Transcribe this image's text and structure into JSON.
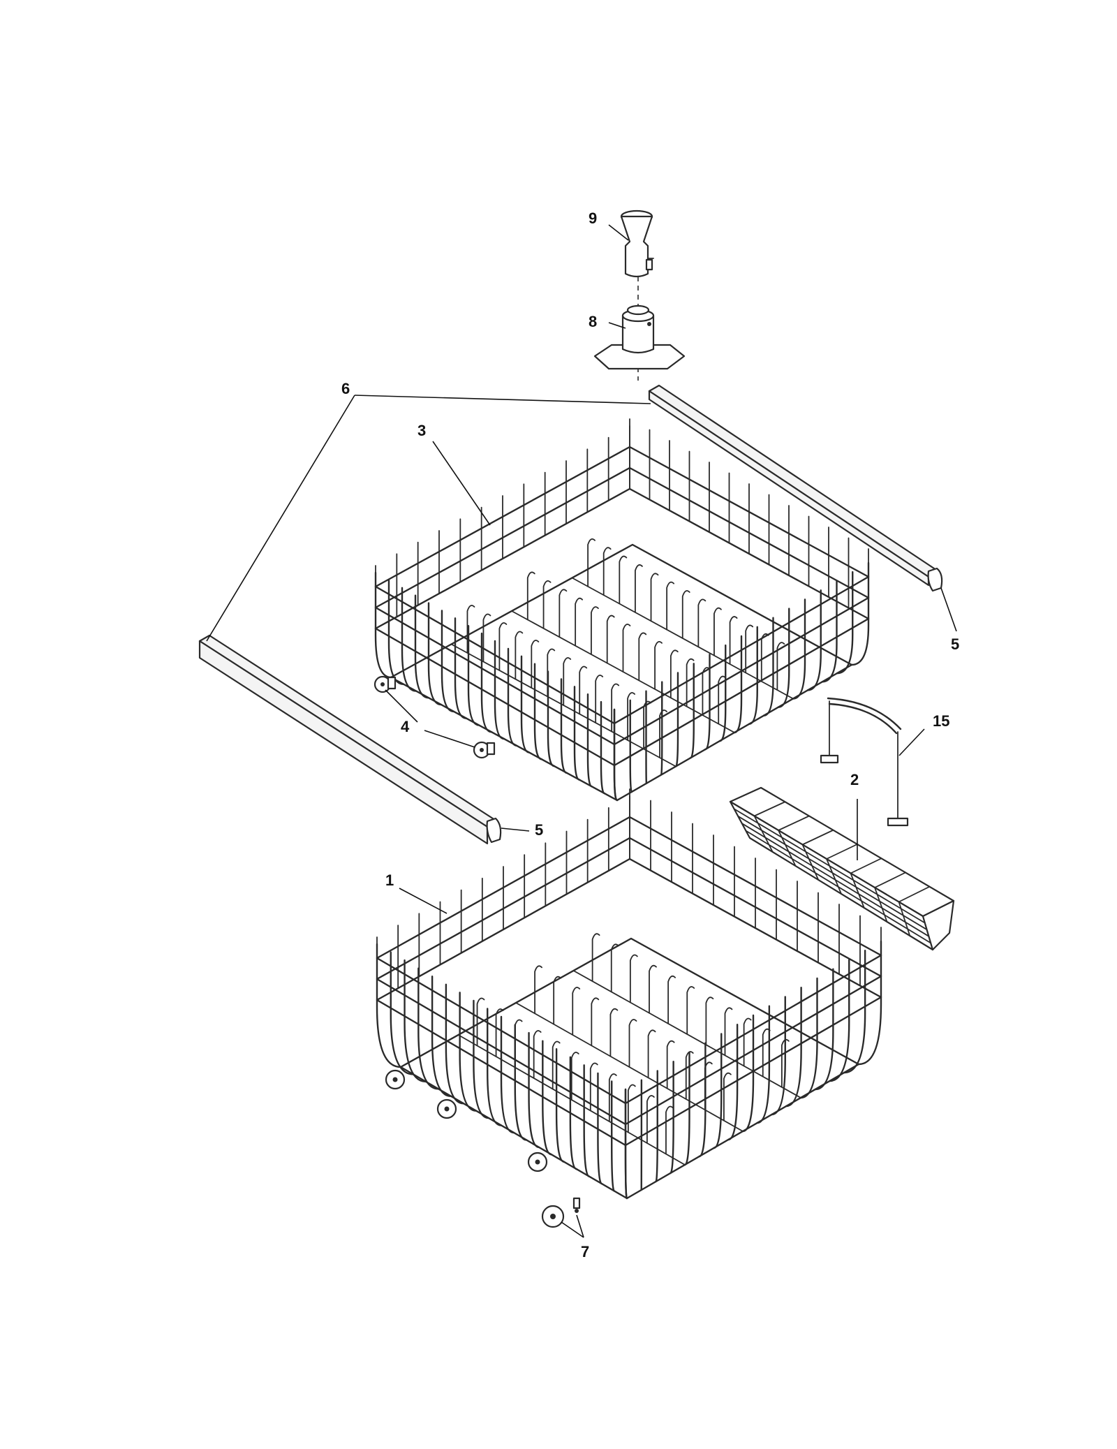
{
  "diagram": {
    "callouts": [
      {
        "id": "9",
        "label": "9"
      },
      {
        "id": "8",
        "label": "8"
      },
      {
        "id": "6",
        "label": "6"
      },
      {
        "id": "3",
        "label": "3"
      },
      {
        "id": "5a",
        "label": "5"
      },
      {
        "id": "4",
        "label": "4"
      },
      {
        "id": "15",
        "label": "15"
      },
      {
        "id": "2",
        "label": "2"
      },
      {
        "id": "5b",
        "label": "5"
      },
      {
        "id": "1",
        "label": "1"
      },
      {
        "id": "7",
        "label": "7"
      }
    ]
  },
  "colors": {
    "line": "#2a2a2a",
    "background": "#ffffff"
  }
}
